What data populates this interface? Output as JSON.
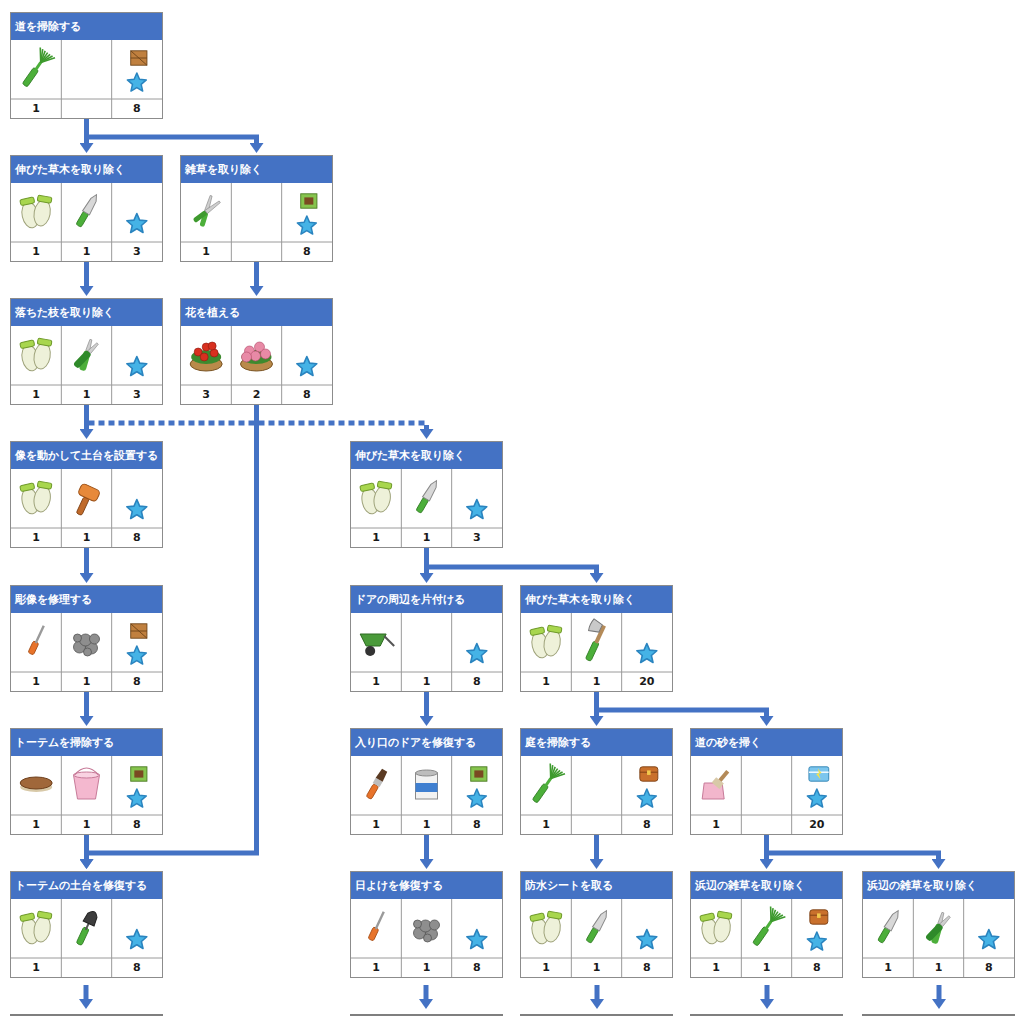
{
  "diagram": {
    "nodes": [
      {
        "text": [
          "道を掃除する",
          "1",
          "8"
        ]
      },
      {
        "text": [
          "伸びた草木を取り除く",
          "1",
          "1",
          "3"
        ]
      },
      {
        "text": [
          "雑草を取り除く",
          "1",
          "8"
        ]
      },
      {
        "text": [
          "落ちた枝を取り除く",
          "1",
          "1",
          "3"
        ]
      },
      {
        "text": [
          "花を植える",
          "3",
          "2",
          "8"
        ]
      },
      {
        "text": [
          "像を動かして土台を設置する",
          "1",
          "1",
          "8"
        ]
      },
      {
        "text": [
          "伸びた草木を取り除く",
          "1",
          "1",
          "3"
        ]
      },
      {
        "text": [
          "彫像を修理する",
          "1",
          "1",
          "8"
        ]
      },
      {
        "text": [
          "ドアの周辺を片付ける",
          "1",
          "1",
          "8"
        ]
      },
      {
        "text": [
          "伸びた草木を取り除く",
          "1",
          "1",
          "20"
        ]
      },
      {
        "text": [
          "トーテムを掃除する",
          "1",
          "1",
          "8"
        ]
      },
      {
        "text": [
          "入り口のドアを修復する",
          "1",
          "1",
          "8"
        ]
      },
      {
        "text": [
          "庭を掃除する",
          "1",
          "8"
        ]
      },
      {
        "text": [
          "道の砂を掃く",
          "1",
          "20"
        ]
      },
      {
        "text": [
          "トーテムの土台を修復する",
          "1",
          "8"
        ]
      },
      {
        "text": [
          "日よけを修復する",
          "1",
          "1",
          "8"
        ]
      },
      {
        "text": [
          "防水シートを取る",
          "1",
          "1",
          "8"
        ]
      },
      {
        "text": [
          "浜辺の雑草を取り除く",
          "1",
          "1",
          "8"
        ]
      },
      {
        "text": [
          "浜辺の雑草を取り除く",
          "1",
          "1",
          "8"
        ]
      }
    ],
    "edges": [
      {
        "from": 0,
        "to": 1,
        "arrow": "to"
      },
      {
        "from": 0,
        "to": 2,
        "arrow": "to"
      },
      {
        "from": 1,
        "to": 3,
        "arrow": "to"
      },
      {
        "from": 2,
        "to": 4,
        "arrow": "to"
      },
      {
        "from": 3,
        "to": 5,
        "arrow": "to"
      },
      {
        "from": 3,
        "to": 6,
        "arrow": "to"
      },
      {
        "from": 4,
        "to": 14,
        "arrow": "to"
      },
      {
        "from": 5,
        "to": 7,
        "arrow": "to"
      },
      {
        "from": 6,
        "to": 8,
        "arrow": "to"
      },
      {
        "from": 6,
        "to": 9,
        "arrow": "to"
      },
      {
        "from": 7,
        "to": 10,
        "arrow": "to"
      },
      {
        "from": 8,
        "to": 11,
        "arrow": "to"
      },
      {
        "from": 9,
        "to": 12,
        "arrow": "to"
      },
      {
        "from": 9,
        "to": 13,
        "arrow": "to"
      },
      {
        "from": 10,
        "to": 14,
        "arrow": "to"
      },
      {
        "from": 11,
        "to": 15,
        "arrow": "to"
      },
      {
        "from": 12,
        "to": 16,
        "arrow": "to"
      },
      {
        "from": 13,
        "to": 17,
        "arrow": "to"
      },
      {
        "from": 13,
        "to": 18,
        "arrow": "to"
      }
    ]
  }
}
